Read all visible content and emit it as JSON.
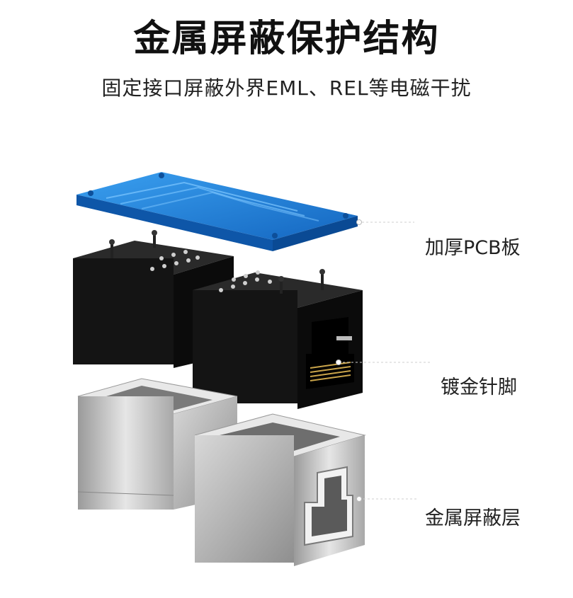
{
  "header": {
    "title": "金属屏蔽保护结构",
    "subtitle": "固定接口屏蔽外界EML、REL等电磁干扰"
  },
  "callouts": {
    "pcb": "加厚PCB板",
    "pins": "镀金针脚",
    "shield": "金属屏蔽层"
  },
  "colors": {
    "pcb_blue": "#1e7fd8",
    "jack_black": "#141414",
    "shield_silver": "#c8c8c8"
  }
}
